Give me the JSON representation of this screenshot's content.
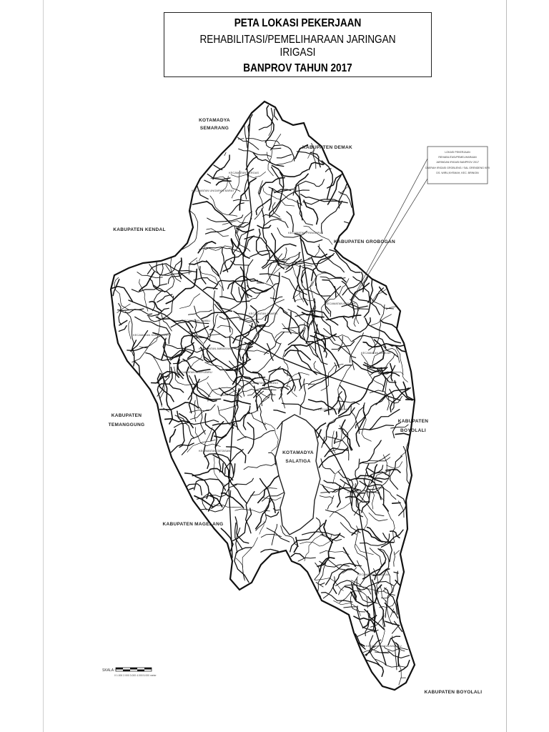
{
  "title": {
    "line1": "PETA LOKASI PEKERJAAN",
    "line2": "REHABILITASI/PEMELIHARAAN JARINGAN IRIGASI",
    "line3": "BANPROV TAHUN 2017"
  },
  "regions": {
    "kotamadya_semarang": [
      "KOTAMADYA",
      "SEMARANG"
    ],
    "kab_demak": "KABUPATEN DEMAK",
    "kab_kendal": "KABUPATEN KENDAL",
    "kab_grobogan": "KABUPATEN GROBOGAN",
    "kab_temanggung": [
      "KABUPATEN",
      "TEMANGGUNG"
    ],
    "kab_boyolali_east": [
      "KABUPATEN",
      "BOYOLALI"
    ],
    "kotamadya_salatiga": [
      "KOTAMADYA",
      "SALATIGA"
    ],
    "kab_magelang": "KABUPATEN MAGELANG",
    "kab_boyolali_south": "KABUPATEN BOYOLALI"
  },
  "kecamatan": {
    "ungaran": "KECAMATAN UNGARAN BARAT",
    "bergas": "KECAMATAN BERGAS",
    "bawen": "KECAMATAN BAWEN",
    "pringapus": "KECAMATAN PRINGAPUS",
    "bringin": "KECAMATAN BRINGIN",
    "sumowono": "KECAMATAN SUMOWONO",
    "ambarawa": "KECAMATAN AMBARAWA",
    "banyubiru": "KECAMATAN BANYUBIRU",
    "tuntang": "KECAMATAN TUNTANG",
    "bancak": "KECAMATAN BANCAK",
    "pabelan": "KECAMATAN PABELAN",
    "getasan": "KECAMATAN GETASAN",
    "suruh": "KECAMATAN SURUH",
    "susukan": "KECAMATAN SUSUKAN",
    "kaliwungu": "KECAMATAN KALIWUNGU",
    "jambu": "KECAMATAN JAMBU"
  },
  "callout": {
    "lines": [
      "LOKASI PEKERJAAN",
      "REHABILITASI/PEMELIHARAAN",
      "JARINGAN IRIGASI BANPROV 2017",
      "DAERAH IRIGASI GROBLENG / SAL GRENDENG KIRI",
      "DS. WIRU,NYEMAH, KEC. BRINGIN"
    ]
  },
  "scale": {
    "label": "SKALA :",
    "ticks": "0     1.000  2.000  3.000  4.000  5.000 meter"
  }
}
